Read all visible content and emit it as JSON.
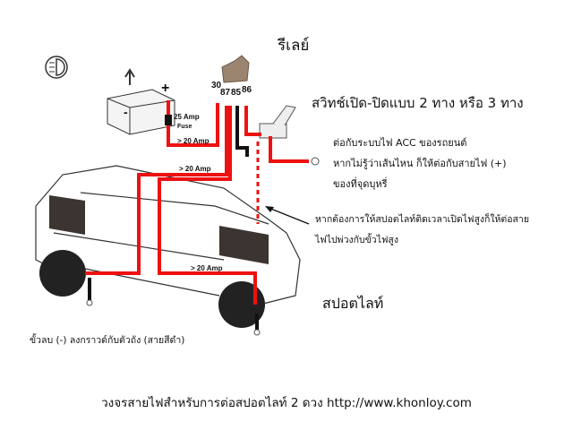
{
  "title": "วงจรสายไฟสำหรับการต่อสปอตไลท์ 2 ดวง http://www.khonloy.com",
  "labels": {
    "relay": "รีเลย์",
    "switch": "สวิทช์เปิด-ปิดแบบ 2 ทาง หรือ 3 ทาง",
    "acc_line1": "ต่อกับระบบไฟ ACC ของรถยนต์",
    "acc_line2": "หากไม่รู้ว่าเส้นไหน ก็ให้ต่อกับสายไฟ (+)",
    "acc_line3": "ของที่จุดบุหรี่",
    "highbeam_line1": "หากต้องการให้สปอตไลท์ติดเวลาเปิดไฟสูงก็ให้ต่อสาย",
    "highbeam_line2": "ไฟไปพ่วงกับขั้วไฟสูง",
    "spotlight": "สปอตไลท์",
    "ground": "ขั้วลบ (-) ลงกราวด์กับตัวถัง (สายสีดำ)",
    "fuse_line1": "25 Amp",
    "fuse_line2": "Fuse",
    "amp1": "> 20 Amp",
    "amp2": "> 20 Amp",
    "amp3": "> 20 Amp",
    "plus": "+",
    "minus": "-"
  },
  "relay_pins": [
    "30",
    "87",
    "85",
    "86"
  ],
  "colors": {
    "wire_positive": "#ee1111",
    "wire_ground": "#111111"
  }
}
